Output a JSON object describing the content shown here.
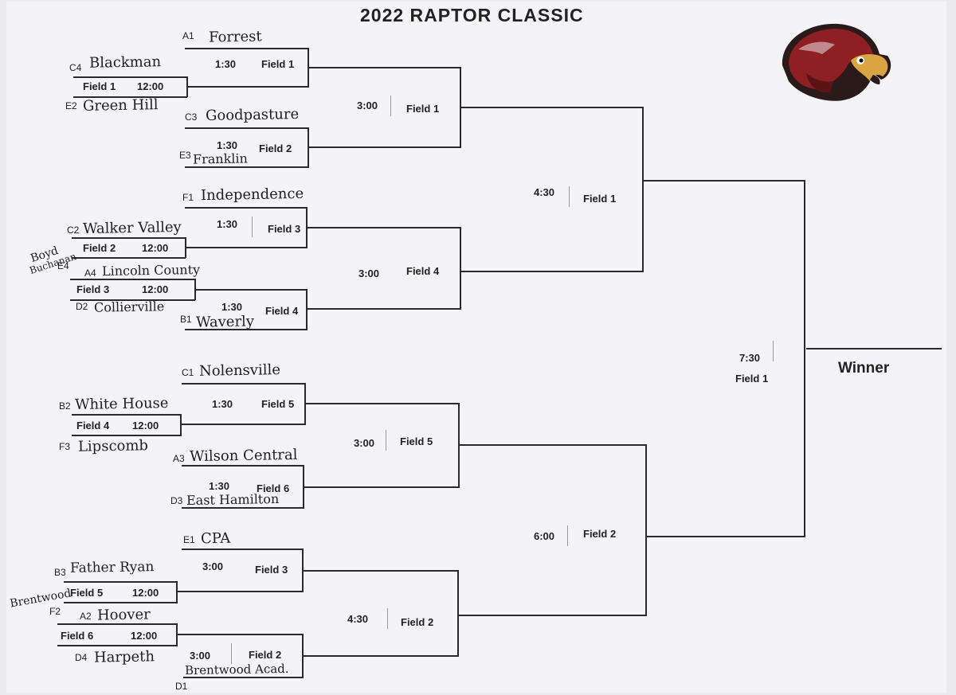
{
  "title": "2022 RAPTOR CLASSIC",
  "winner_label": "Winner",
  "colors": {
    "logo_red": "#8e1f22",
    "logo_dark": "#2a1a1a",
    "beak": "#d9a441",
    "line": "#2a2a2a"
  },
  "teams": {
    "forrest": {
      "seed": "A1",
      "name": "Forrest"
    },
    "blackman": {
      "seed": "C4",
      "name": "Blackman"
    },
    "green_hill": {
      "seed": "E2",
      "name": "Green Hill"
    },
    "goodpasture": {
      "seed": "C3",
      "name": "Goodpasture"
    },
    "franklin": {
      "seed": "E3",
      "name": "Franklin"
    },
    "independence": {
      "seed": "F1",
      "name": "Independence"
    },
    "walker_valley": {
      "seed": "C2",
      "name": "Walker Valley"
    },
    "boyd_buchanan": {
      "seed": "E4",
      "name_line1": "Boyd",
      "name_line2": "Buchanan"
    },
    "lincoln_county": {
      "seed": "A4",
      "name": "Lincoln County"
    },
    "collierville": {
      "seed": "D2",
      "name": "Collierville"
    },
    "waverly": {
      "seed": "B1",
      "name": "Waverly"
    },
    "nolensville": {
      "seed": "C1",
      "name": "Nolensville"
    },
    "white_house": {
      "seed": "B2",
      "name": "White House"
    },
    "lipscomb": {
      "seed": "F3",
      "name": "Lipscomb"
    },
    "wilson_central": {
      "seed": "A3",
      "name": "Wilson Central"
    },
    "east_hamilton": {
      "seed": "D3",
      "name": "East Hamilton"
    },
    "cpa": {
      "seed": "E1",
      "name": "CPA"
    },
    "father_ryan": {
      "seed": "B3",
      "name": "Father Ryan"
    },
    "brentwood": {
      "seed": "F2",
      "name": "Brentwood"
    },
    "hoover": {
      "seed": "A2",
      "name": "Hoover"
    },
    "harpeth": {
      "seed": "D4",
      "name": "Harpeth"
    },
    "brentwood_acad": {
      "seed": "D1",
      "name": "Brentwood Acad."
    }
  },
  "play_in": [
    {
      "field": "Field 1",
      "time": "12:00"
    },
    {
      "field": "Field 2",
      "time": "12:00"
    },
    {
      "field": "Field 3",
      "time": "12:00"
    },
    {
      "field": "Field 4",
      "time": "12:00"
    },
    {
      "field": "Field 5",
      "time": "12:00"
    },
    {
      "field": "Field 6",
      "time": "12:00"
    }
  ],
  "round1": [
    {
      "time": "1:30",
      "field": "Field 1"
    },
    {
      "time": "1:30",
      "field": "Field 2"
    },
    {
      "time": "1:30",
      "field": "Field 3"
    },
    {
      "time": "1:30",
      "field": "Field 4"
    },
    {
      "time": "1:30",
      "field": "Field 5"
    },
    {
      "time": "1:30",
      "field": "Field 6"
    },
    {
      "time": "3:00",
      "field": "Field 3"
    },
    {
      "time": "3:00",
      "field": "Field 2"
    }
  ],
  "quarterfinals": [
    {
      "time": "3:00",
      "field": "Field 1"
    },
    {
      "time": "3:00",
      "field": "Field 4"
    },
    {
      "time": "3:00",
      "field": "Field 5"
    },
    {
      "time": "4:30",
      "field": "Field 2"
    }
  ],
  "semifinals": [
    {
      "time": "4:30",
      "field": "Field 1"
    },
    {
      "time": "6:00",
      "field": "Field 2"
    }
  ],
  "final": {
    "time": "7:30",
    "field": "Field 1"
  }
}
